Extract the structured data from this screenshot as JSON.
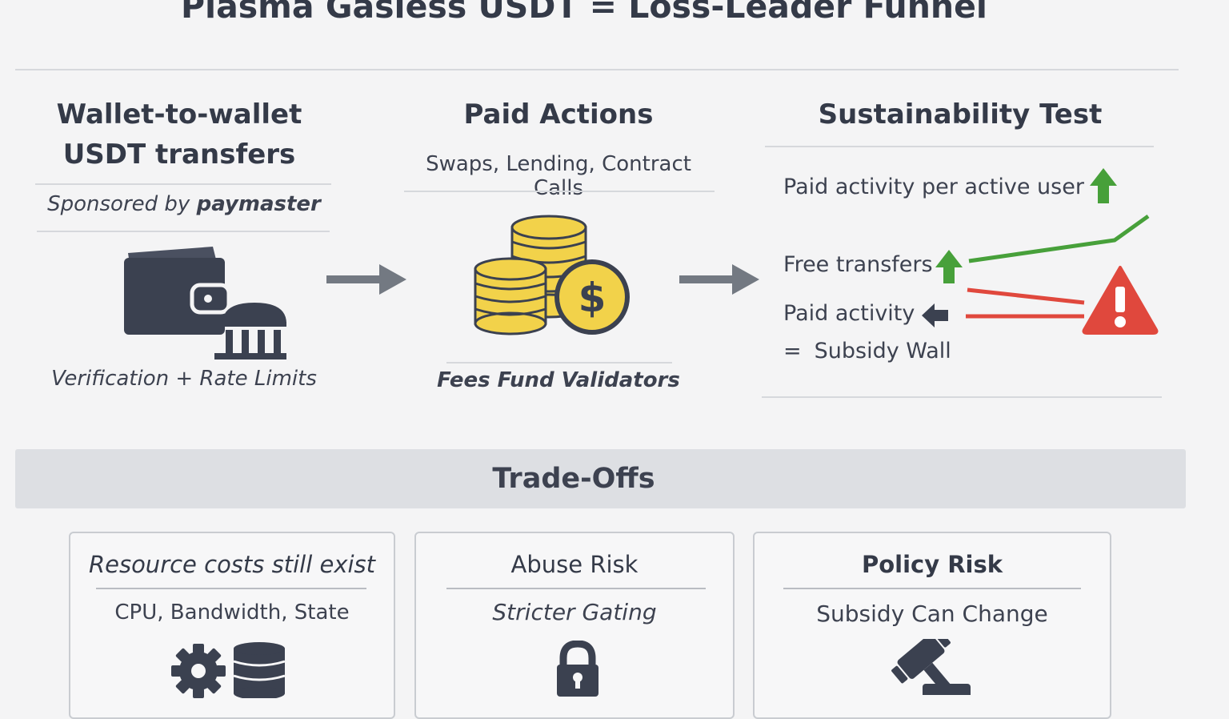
{
  "title": "Plasma Gasless USDT = Loss-Leader Funnel",
  "columns": {
    "transfers": {
      "heading_line1": "Wallet-to-wallet",
      "heading_line2": "USDT transfers",
      "sponsor_prefix": "Sponsored by ",
      "sponsor_name": "paymaster",
      "caption": "Verification + Rate Limits",
      "icons": [
        "wallet-icon",
        "bank-icon"
      ]
    },
    "paid_actions": {
      "heading": "Paid Actions",
      "subheading": "Swaps, Lending, Contract Calls",
      "caption": "Fees Fund Validators",
      "icons": [
        "coin-stacks-icon",
        "dollar-coin-icon"
      ]
    },
    "sustainability": {
      "heading": "Sustainability Test",
      "line1": "Paid activity per active user",
      "line2": "Free transfers",
      "line3": "Paid activity",
      "line4_symbol": "=",
      "line4_text": "Subsidy Wall",
      "icons": [
        "arrow-up-icon",
        "arrow-left-icon",
        "warning-icon"
      ]
    }
  },
  "tradeoffs": {
    "banner": "Trade-Offs",
    "cards": [
      {
        "title": "Resource costs still exist",
        "subtitle": "CPU, Bandwidth, State",
        "icons": [
          "gear-icon",
          "database-icon"
        ]
      },
      {
        "title": "Abuse Risk",
        "subtitle": "Stricter Gating",
        "icons": [
          "padlock-icon"
        ]
      },
      {
        "title": "Policy Risk",
        "subtitle": "Subsidy Can Change",
        "icons": [
          "gavel-icon"
        ]
      }
    ]
  },
  "colors": {
    "text": "#343a48",
    "icon_dark": "#3b4150",
    "coin_gold": "#f2d24a",
    "up_green": "#47a03a",
    "down_red": "#e0483d",
    "arrow_gray": "#737982"
  }
}
